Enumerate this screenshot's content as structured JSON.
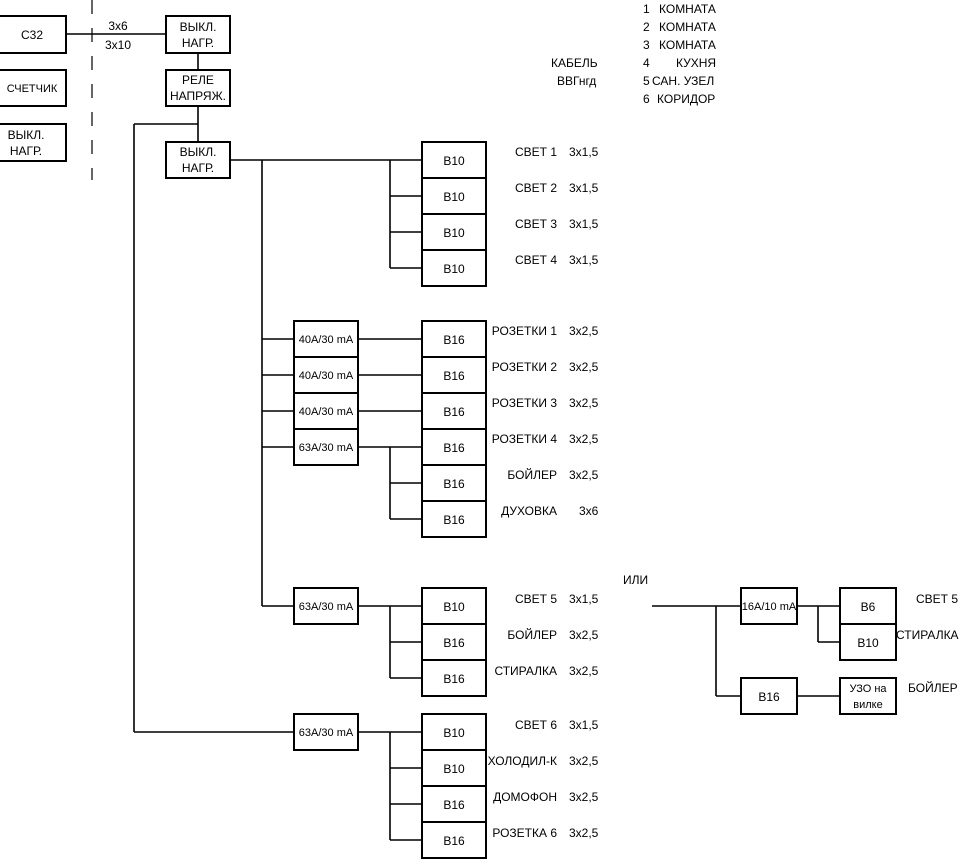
{
  "legend": {
    "rooms": [
      {
        "num": "1",
        "name": "КОМНАТА"
      },
      {
        "num": "2",
        "name": "КОМНАТА"
      },
      {
        "num": "3",
        "name": "КОМНАТА"
      },
      {
        "num": "4",
        "name": "КУХНЯ"
      },
      {
        "num": "5",
        "name": "САН. УЗЕЛ"
      },
      {
        "num": "6",
        "name": "КОРИДОР"
      }
    ],
    "cable_label": "КАБЕЛЬ",
    "cable_type": "ВВГнгд"
  },
  "input": {
    "main_breaker": "С32",
    "cable_1": "3х6",
    "cable_2": "3х10",
    "meter": "СЧЕТЧИК",
    "left_switch": [
      "ВЫКЛ.",
      "НАГР."
    ],
    "top_switch": [
      "ВЫКЛ.",
      "НАГР."
    ],
    "relay": [
      "РЕЛЕ",
      "НАПРЯЖ."
    ],
    "second_switch": [
      "ВЫКЛ.",
      "НАГР."
    ]
  },
  "groups": {
    "lighting": [
      {
        "breaker": "В10",
        "label": "СВЕТ 1",
        "cable": "3х1,5"
      },
      {
        "breaker": "В10",
        "label": "СВЕТ 2",
        "cable": "3х1,5"
      },
      {
        "breaker": "В10",
        "label": "СВЕТ 3",
        "cable": "3х1,5"
      },
      {
        "breaker": "В10",
        "label": "СВЕТ 4",
        "cable": "3х1,5"
      }
    ],
    "rcd_1": "40А/30 mA",
    "rcd_2": "40А/30 mA",
    "rcd_3": "40А/30 mA",
    "rcd_4": "63А/30 mA",
    "sockets": [
      {
        "breaker": "В16",
        "label": "РОЗЕТКИ 1",
        "cable": "3х2,5"
      },
      {
        "breaker": "В16",
        "label": "РОЗЕТКИ 2",
        "cable": "3х2,5"
      },
      {
        "breaker": "В16",
        "label": "РОЗЕТКИ 3",
        "cable": "3х2,5"
      },
      {
        "breaker": "В16",
        "label": "РОЗЕТКИ 4",
        "cable": "3х2,5"
      },
      {
        "breaker": "В16",
        "label": "БОЙЛЕР",
        "cable": "3х2,5"
      },
      {
        "breaker": "В16",
        "label": "ДУХОВКА",
        "cable": "3х6"
      }
    ],
    "rcd_5": "63А/30 mA",
    "bathroom": [
      {
        "breaker": "В10",
        "label": "СВЕТ 5",
        "cable": "3х1,5"
      },
      {
        "breaker": "В16",
        "label": "БОЙЛЕР",
        "cable": "3х2,5"
      },
      {
        "breaker": "В16",
        "label": "СТИРАЛКА",
        "cable": "3х2,5"
      }
    ],
    "rcd_6": "63А/30 mA",
    "corridor": [
      {
        "breaker": "В10",
        "label": "СВЕТ 6",
        "cable": "3х1,5"
      },
      {
        "breaker": "В10",
        "label": "ХОЛОДИЛ-К",
        "cable": "3х2,5"
      },
      {
        "breaker": "В16",
        "label": "ДОМОФОН",
        "cable": "3х2,5"
      },
      {
        "breaker": "В16",
        "label": "РОЗЕТКА 6",
        "cable": "3х2,5"
      }
    ]
  },
  "alternative": {
    "or_label": "ИЛИ",
    "rcd": "16А/10 mA",
    "b6": "В6",
    "b6_label": "СВЕТ 5",
    "b10": "В10",
    "b10_label": "СТИРАЛКА",
    "b16": "В16",
    "uzo_plug": [
      "УЗО на",
      "вилке"
    ],
    "boiler_label": "БОЙЛЕР"
  }
}
